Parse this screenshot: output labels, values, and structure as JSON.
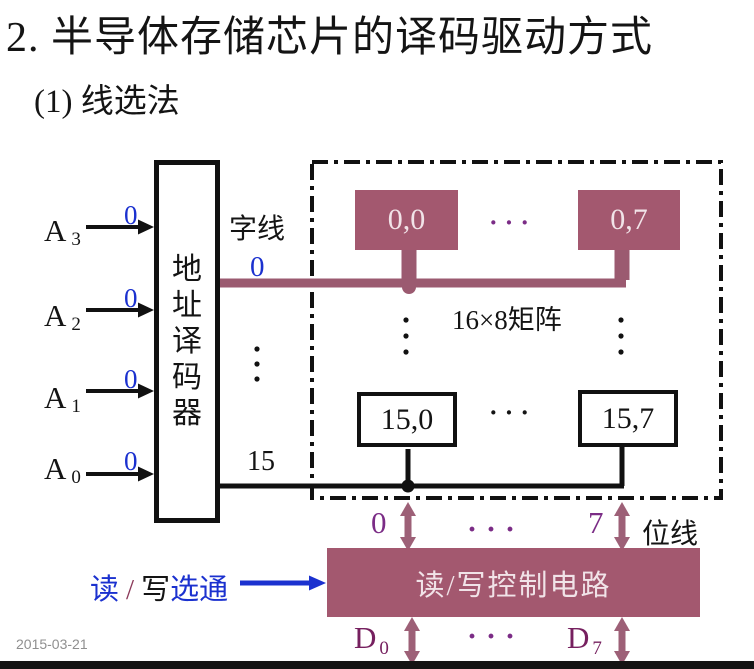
{
  "title": "2. 半导体存储芯片的译码驱动方式",
  "subtitle": "(1) 线选法",
  "decoder": {
    "label": "地址译码器"
  },
  "address_inputs": [
    {
      "name": "A",
      "sub": "3",
      "value": "0"
    },
    {
      "name": "A",
      "sub": "2",
      "value": "0"
    },
    {
      "name": "A",
      "sub": "1",
      "value": "0"
    },
    {
      "name": "A",
      "sub": "0",
      "value": "0"
    }
  ],
  "word_line": {
    "label": "字线",
    "selected_index": "0",
    "last_index": "15"
  },
  "matrix": {
    "label": "16×8矩阵",
    "cell_top_left": "0,0",
    "cell_top_right": "0,7",
    "cell_bottom_left": "15,0",
    "cell_bottom_right": "15,7",
    "ellipsis": "···"
  },
  "bit_lines": {
    "label": "位线",
    "left_index": "0",
    "right_index": "7",
    "ellipsis": "···"
  },
  "control_unit": {
    "label": "读/写控制电路"
  },
  "rw_strobe": {
    "part_read": "读",
    "part_slash": "/",
    "part_write": "写",
    "part_strobe": "选通"
  },
  "data_lines": {
    "left_name": "D",
    "left_sub": "0",
    "right_name": "D",
    "right_sub": "7",
    "ellipsis": "···"
  },
  "footer": {
    "date": "2015-03-21"
  },
  "colors": {
    "maroon_fill": "#a3586f",
    "maroon_line": "#9b5a70",
    "arrow_maroon": "#9d6077",
    "blue": "#1b31cf",
    "purple": "#7b2c86",
    "plum": "#76205f"
  }
}
